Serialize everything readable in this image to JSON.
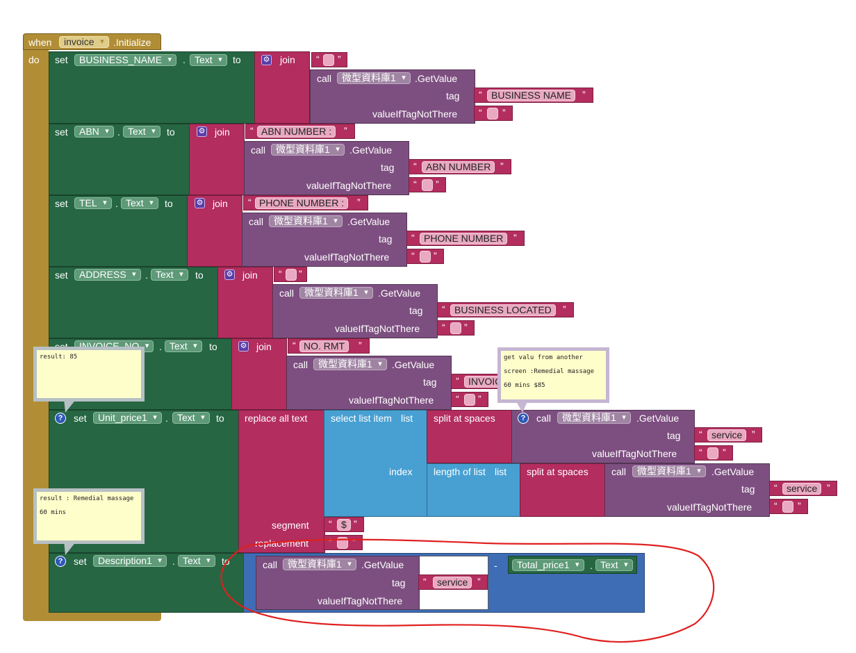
{
  "event": {
    "when": "when",
    "component": "invoice",
    "event_name": ".Initialize",
    "do": "do"
  },
  "common": {
    "set": "set",
    "to": "to",
    "dot": ".",
    "join": "join",
    "call": "call",
    "db": "微型資料庫1",
    "getvalue": ".GetValue",
    "tag": "tag",
    "vitnt": "valueIfTagNotThere",
    "prop_text": "Text",
    "quote_open": "“",
    "quote_close": "”"
  },
  "sets": [
    {
      "component": "BUSINESS_NAME",
      "first_string": "",
      "tag_value": "BUSINESS NAME"
    },
    {
      "component": "ABN",
      "first_string": "ABN NUMBER :",
      "tag_value": "ABN NUMBER"
    },
    {
      "component": "TEL",
      "first_string": "PHONE NUMBER :",
      "tag_value": "PHONE NUMBER"
    },
    {
      "component": "ADDRESS",
      "first_string": "",
      "tag_value": "BUSINESS LOCATED"
    },
    {
      "component": "INVOICE_NO",
      "first_string": "NO.  RMT",
      "tag_value": "INVOIC"
    }
  ],
  "unit_price": {
    "component": "Unit_price1",
    "replace_all_text": "replace all text",
    "select_list_item": "select list item",
    "list": "list",
    "split_at_spaces": "split at spaces",
    "index": "index",
    "length_of_list": "length of list",
    "tag_value": "service",
    "segment": "segment",
    "segment_value": "$",
    "replacement": "replacement"
  },
  "description": {
    "component": "Description1",
    "tag_value": "service",
    "minus": "-",
    "total_component": "Total_price1"
  },
  "comments": {
    "result_85": "result: 85",
    "result_remedial": "result : Remedial massage\n60 mins",
    "get_value_note": "get valu from another\nscreen :Remedial massage\n60 mins $85"
  },
  "colors": {
    "event": "#b18e35",
    "component_set": "#266643",
    "text": "#b32d5e",
    "procedure": "#7d4f80",
    "list": "#48a0d2",
    "math": "#3e6db5",
    "highlight": "#e02020"
  }
}
